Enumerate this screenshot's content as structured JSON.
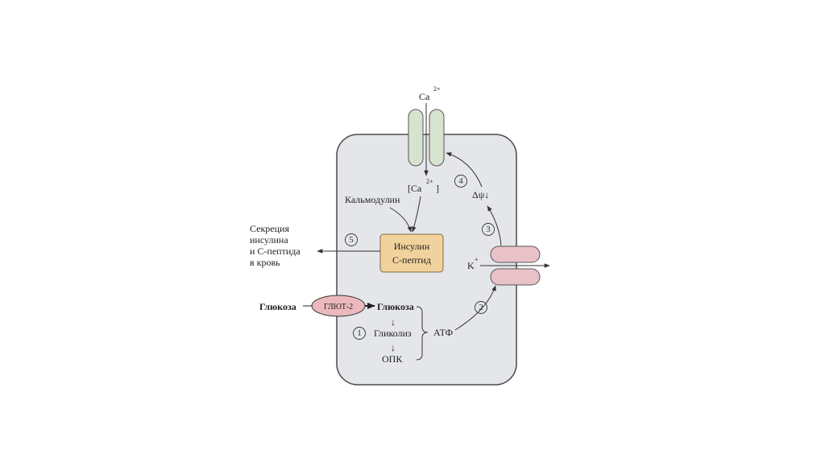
{
  "colors": {
    "cell_fill": "#e4e6ea",
    "cell_stroke": "#4a4a4a",
    "ca_channel": "#d6e3cf",
    "k_channel": "#e9c2c7",
    "insulin_box": "#f2d29c",
    "glut_fill": "#ebb9bd",
    "glucose_red": "#b0203a",
    "ca_blue": "#4a7cc0"
  },
  "labels": {
    "ca_outside": "Ca",
    "ca_outside_charge": "2+",
    "ca_inside": "[Ca",
    "ca_inside_charge": "2+",
    "ca_inside_close": "]",
    "calmodulin": "Кальмодулин",
    "insulin_line1": "Инсулин",
    "insulin_line2": "С-пептид",
    "secretion_line1": "Секреция",
    "secretion_line2": "инсулина",
    "secretion_line3": "и С-пептида",
    "secretion_line4": "в кровь",
    "glucose_outside": "Глюкоза",
    "glut2": "ГЛЮТ-2",
    "glucose_inside": "Глюкоза",
    "glycolysis": "Гликолиз",
    "opk": "ОПК",
    "atp": "АТФ",
    "k_ion": "K",
    "k_charge": "+",
    "delta_psi": "Δψ↓",
    "down_arrow_1": "↓",
    "down_arrow_2": "↓"
  },
  "steps": {
    "s1": "1",
    "s2": "2",
    "s3": "3",
    "s4": "4",
    "s5": "5"
  }
}
